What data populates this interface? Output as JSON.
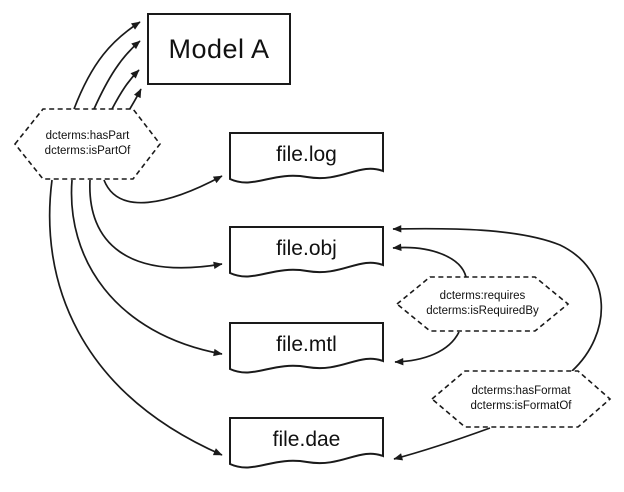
{
  "diagram": {
    "title_node": {
      "label": "Model A"
    },
    "files": [
      {
        "label": "file.log"
      },
      {
        "label": "file.obj"
      },
      {
        "label": "file.mtl"
      },
      {
        "label": "file.dae"
      }
    ],
    "relations": [
      {
        "line1": "dcterms:hasPart",
        "line2": "dcterms:isPartOf"
      },
      {
        "line1": "dcterms:requires",
        "line2": "dcterms:isRequiredBy"
      },
      {
        "line1": "dcterms:hasFormat",
        "line2": "dcterms:isFormatOf"
      }
    ],
    "colors": {
      "stroke": "#1a1a1a",
      "background": "#ffffff"
    }
  }
}
